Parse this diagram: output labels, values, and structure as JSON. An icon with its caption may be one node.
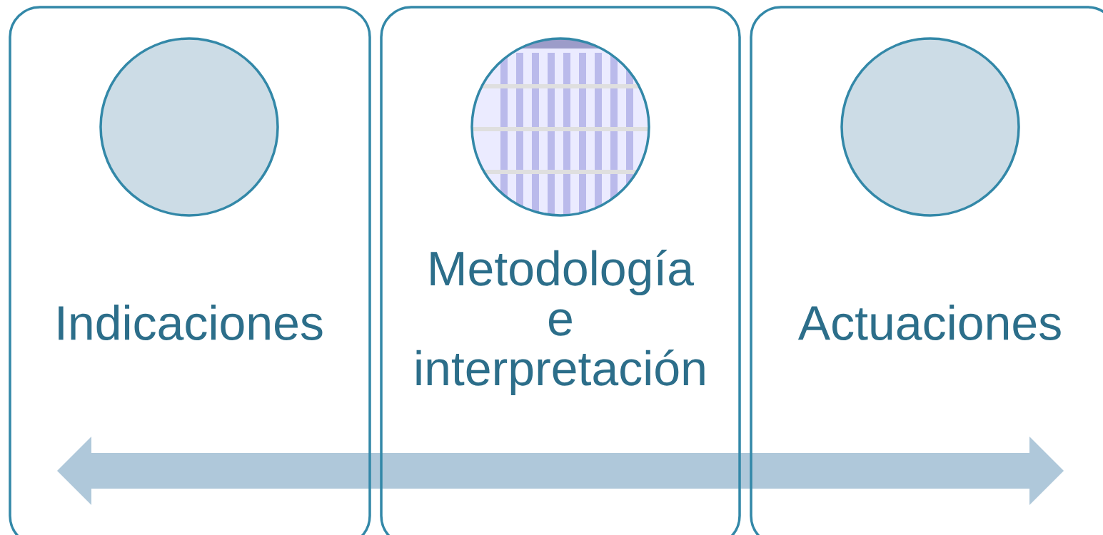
{
  "diagram": {
    "nodes": [
      {
        "text": [
          "Indicaciones"
        ]
      },
      {
        "text": [],
        "shape": "circle",
        "in": 0
      },
      {
        "text": [
          "Metodología e interpretación"
        ]
      },
      {
        "text": [],
        "shape": "picture",
        "in": 2
      },
      {
        "text": [
          "Actuaciones"
        ]
      },
      {
        "text": [],
        "shape": "circle",
        "in": 4
      }
    ]
  }
}
